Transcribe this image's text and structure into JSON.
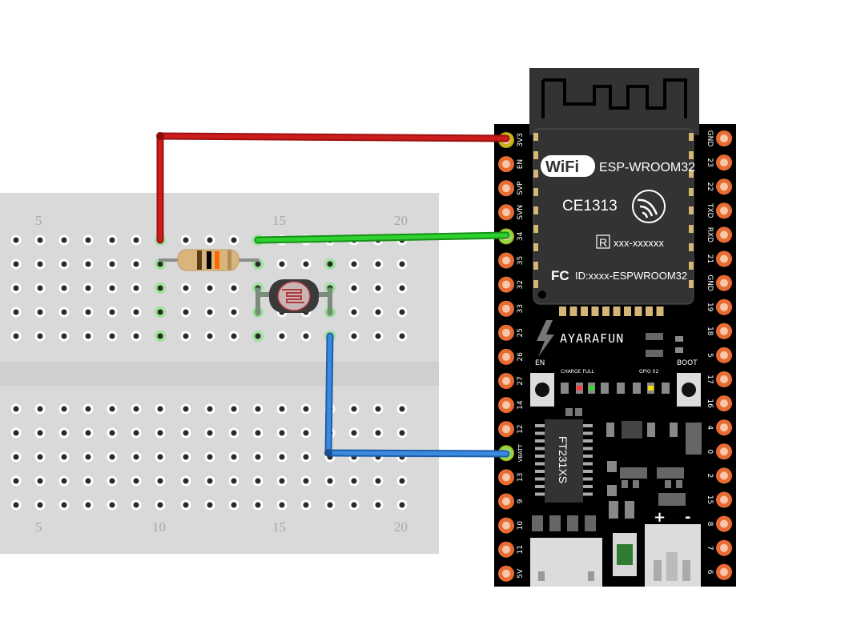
{
  "breadboard": {
    "column_labels_top": [
      "5",
      "15",
      "20"
    ],
    "column_labels_bottom": [
      "5",
      "10",
      "15",
      "20"
    ]
  },
  "module": {
    "wifi_logo": "WiFi",
    "model": "ESP-WROOM32",
    "ce_mark": "CE1313",
    "fcc_mark": "FC",
    "fcc_id": "ID:xxxx-ESPWROOM32",
    "r_id": "xxx-xxxxxx",
    "r_mark": "R"
  },
  "board": {
    "brand": "AYARAFUN",
    "en_label": "EN",
    "boot_label": "BOOT",
    "charge_label": "CHARGE FULL",
    "gpio_label": "GPIO 02",
    "usb_chip": "FT231XS",
    "plus_label": "+",
    "minus_label": "-",
    "left_pins": [
      "3V3",
      "EN",
      "SVP",
      "SVN",
      "34",
      "35",
      "32",
      "33",
      "25",
      "26",
      "27",
      "14",
      "12",
      "VBATT",
      "13",
      "9",
      "10",
      "11",
      "5V"
    ],
    "right_pins": [
      "GND",
      "23",
      "22",
      "TXD",
      "RXD",
      "21",
      "GND",
      "19",
      "18",
      "5",
      "17",
      "16",
      "4",
      "0",
      "2",
      "15",
      "8",
      "7",
      "6"
    ]
  },
  "colors": {
    "red_wire": "#cc1d1d",
    "green_wire": "#22b822",
    "blue_wire": "#2f7fd6",
    "board": "#000000",
    "breadboard": "#d9d9d9",
    "pin_orange": "#e86b32"
  }
}
